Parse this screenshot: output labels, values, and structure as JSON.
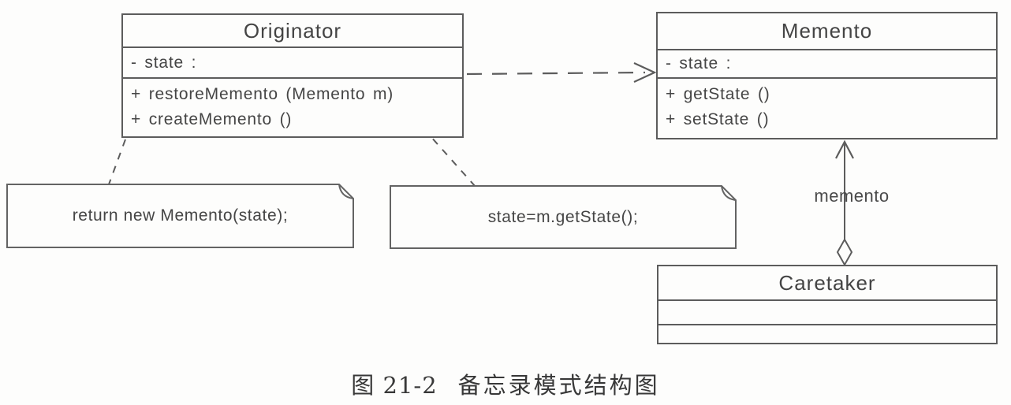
{
  "diagram": {
    "classes": [
      {
        "name": "Originator",
        "attributes": [
          "- state :"
        ],
        "methods": [
          "+ restoreMemento (Memento m)",
          "+ createMemento ()"
        ]
      },
      {
        "name": "Memento",
        "attributes": [
          "- state :"
        ],
        "methods": [
          "+ getState ()",
          "+ setState ()"
        ]
      },
      {
        "name": "Caretaker",
        "attributes": [],
        "methods": []
      }
    ],
    "notes": [
      {
        "text": "return new Memento(state);",
        "attached_to": "Originator.createMemento"
      },
      {
        "text": "state=m.getState();",
        "attached_to": "Originator.restoreMemento"
      }
    ],
    "relationships": [
      {
        "type": "dependency",
        "from": "Originator",
        "to": "Memento",
        "style": "dashed-open-arrow",
        "label": ""
      },
      {
        "type": "aggregation",
        "diamond_end": "Caretaker",
        "arrow_end": "Memento",
        "label": "memento"
      }
    ]
  },
  "caption": {
    "figure_label": "图 21-2",
    "title": "备忘录模式结构图"
  },
  "colors": {
    "line": "#5c5c5c",
    "text": "#3e3e3e",
    "background": "#fdfdfc"
  }
}
